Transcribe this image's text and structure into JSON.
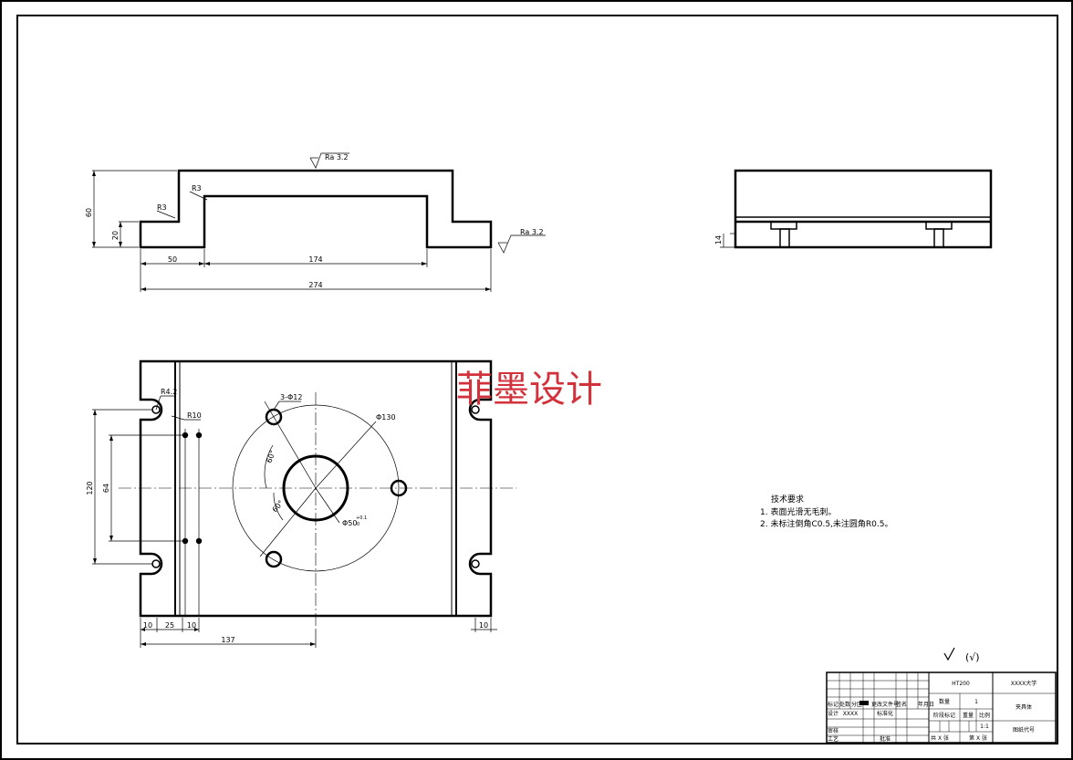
{
  "watermark": "菲墨设计",
  "front_view": {
    "dims": {
      "total_length": "274",
      "left_step": "50",
      "slot_width": "174",
      "height": "60",
      "step_height": "20"
    },
    "radii": {
      "outer": "R3",
      "inner": "R3"
    },
    "roughness": {
      "top": "Ra 3.2",
      "right": "Ra 3.2"
    }
  },
  "side_view": {
    "dims": {
      "height": "14"
    }
  },
  "top_view": {
    "dims": {
      "slot_radius": "R4.2",
      "corner_radius": "R10",
      "hole_pattern": "3-Φ12",
      "bolt_circle": "Φ130",
      "center_bore": "Φ50",
      "center_bore_tol": "+0.1",
      "center_bore_tol2": "0",
      "angle_1": "60°",
      "angle_2": "60°",
      "vertical_outer": "120",
      "vertical_inner": "64",
      "bottom_1": "10",
      "bottom_2": "25",
      "bottom_3": "10",
      "bottom_right": "10",
      "center_offset": "137"
    }
  },
  "tech_requirements": {
    "title": "技术要求",
    "items": [
      "1. 表面光滑无毛刺。",
      "2. 未标注倒角C0.5,未注圆角R0.5。"
    ]
  },
  "roughness_other": "(√)",
  "title_block": {
    "material": "HT200",
    "school": "XXXX大学",
    "quantity_label": "数量",
    "quantity": "1",
    "part_name": "夹具体",
    "stage_label": "阶段标记",
    "weight_label": "重量",
    "scale_label": "比例",
    "scale": "1:1",
    "drawing_no_label": "图纸代号",
    "sheets_label": "共 X 张",
    "sheet_label": "第 X 张",
    "design_label": "设计",
    "design_name": "XXXX",
    "std_label": "标准化",
    "audit_label": "审核",
    "process_label": "工艺",
    "approve_label": "批准",
    "sign_label": "签名",
    "date_label": "年月日",
    "mark_label": "标记",
    "count_label": "处数",
    "zone_label": "分区",
    "change_label": "更改文件号"
  }
}
